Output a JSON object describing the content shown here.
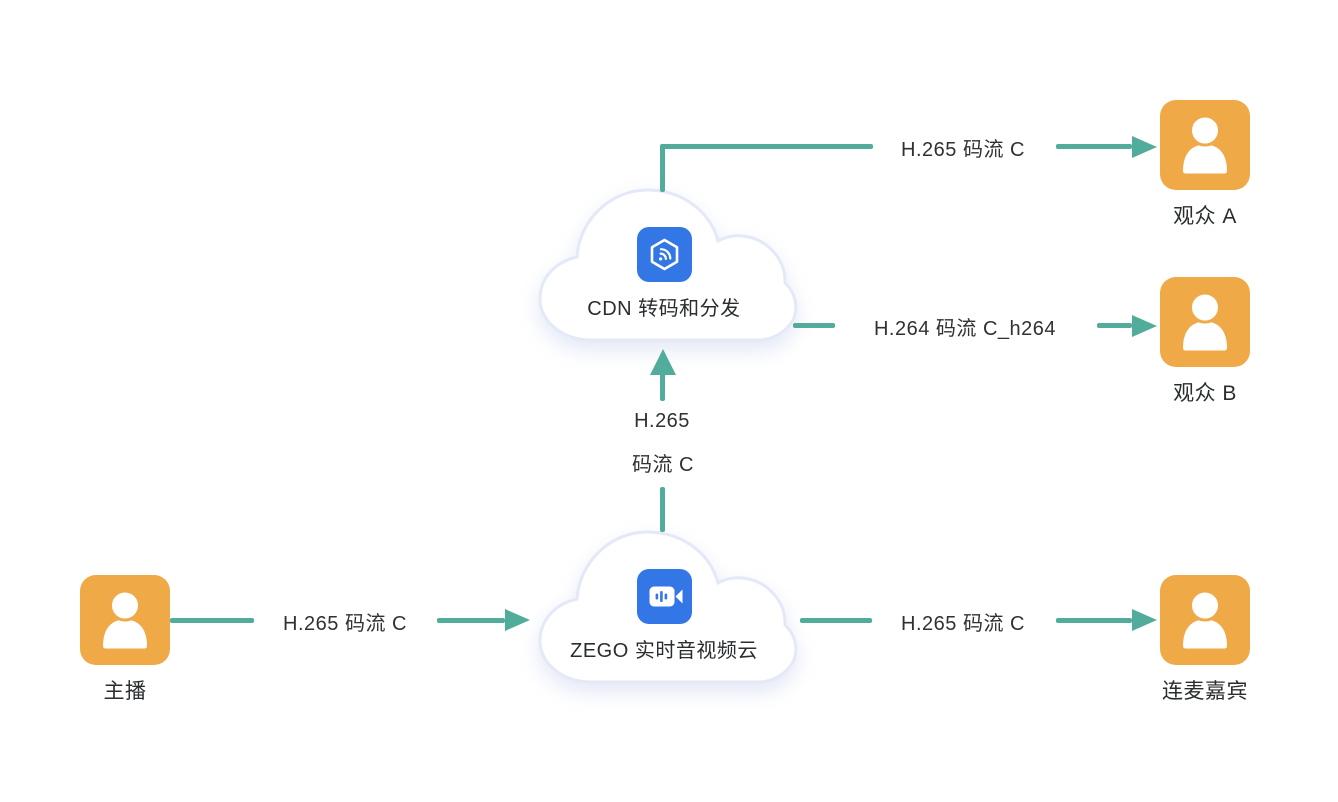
{
  "diagram": {
    "nodes": {
      "host": {
        "label": "主播"
      },
      "zego": {
        "label": "ZEGO 实时音视频云"
      },
      "cdn": {
        "label": "CDN 转码和分发"
      },
      "audience_a": {
        "label": "观众 A"
      },
      "audience_b": {
        "label": "观众 B"
      },
      "guest": {
        "label": "连麦嘉宾"
      }
    },
    "edges": {
      "host_to_zego": {
        "label": "H.265 码流 C"
      },
      "zego_to_cdn": {
        "line1": "H.265",
        "line2": "码流 C"
      },
      "cdn_to_audience_a": {
        "label": "H.265 码流 C"
      },
      "cdn_to_audience_b": {
        "label": "H.264 码流 C_h264"
      },
      "zego_to_guest": {
        "label": "H.265 码流 C"
      }
    },
    "icons": {
      "zego": "video-camera-icon",
      "cdn": "cdn-stream-icon",
      "person": "user-icon"
    },
    "colors": {
      "arrow": "#52AC9B",
      "person_bg": "#EFA946",
      "icon_bg": "#3377E6",
      "cloud_fill": "#FFFFFF",
      "cloud_border": "#E4E9F8",
      "text": "#2F3133"
    }
  }
}
